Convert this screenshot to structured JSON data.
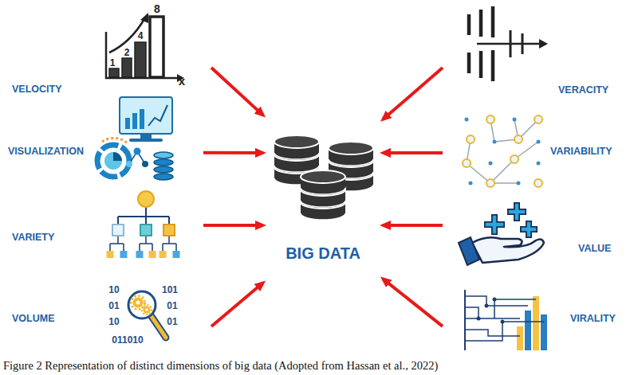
{
  "diagram": {
    "caption": "Figure 2 Representation of distinct dimensions of big data (Adopted from Hassan et al., 2022)",
    "nodes": [
      {
        "text": [
          "VELOCITY"
        ]
      },
      {
        "text": [
          "VISUALIZATION"
        ]
      },
      {
        "text": [
          "VARIETY"
        ]
      },
      {
        "text": [
          "VOLUME"
        ]
      },
      {
        "text": [
          "VERACITY"
        ]
      },
      {
        "text": [
          "VARIABILITY"
        ]
      },
      {
        "text": [
          "VALUE"
        ]
      },
      {
        "text": [
          "VIRALITY"
        ]
      },
      {
        "text": [
          "BIG DATA"
        ]
      }
    ],
    "edges": [
      {
        "from": 0,
        "to": 8,
        "arrow": "to"
      },
      {
        "from": 1,
        "to": 8,
        "arrow": "to"
      },
      {
        "from": 2,
        "to": 8,
        "arrow": "to"
      },
      {
        "from": 3,
        "to": 8,
        "arrow": "to"
      },
      {
        "from": 4,
        "to": 8,
        "arrow": "to"
      },
      {
        "from": 5,
        "to": 8,
        "arrow": "to"
      },
      {
        "from": 6,
        "to": 8,
        "arrow": "to"
      },
      {
        "from": 7,
        "to": 8,
        "arrow": "to"
      }
    ],
    "labels": [
      "1",
      "2",
      "4",
      "8",
      "x",
      "10",
      "101",
      "01",
      "01",
      "10",
      "01",
      "011010"
    ]
  }
}
